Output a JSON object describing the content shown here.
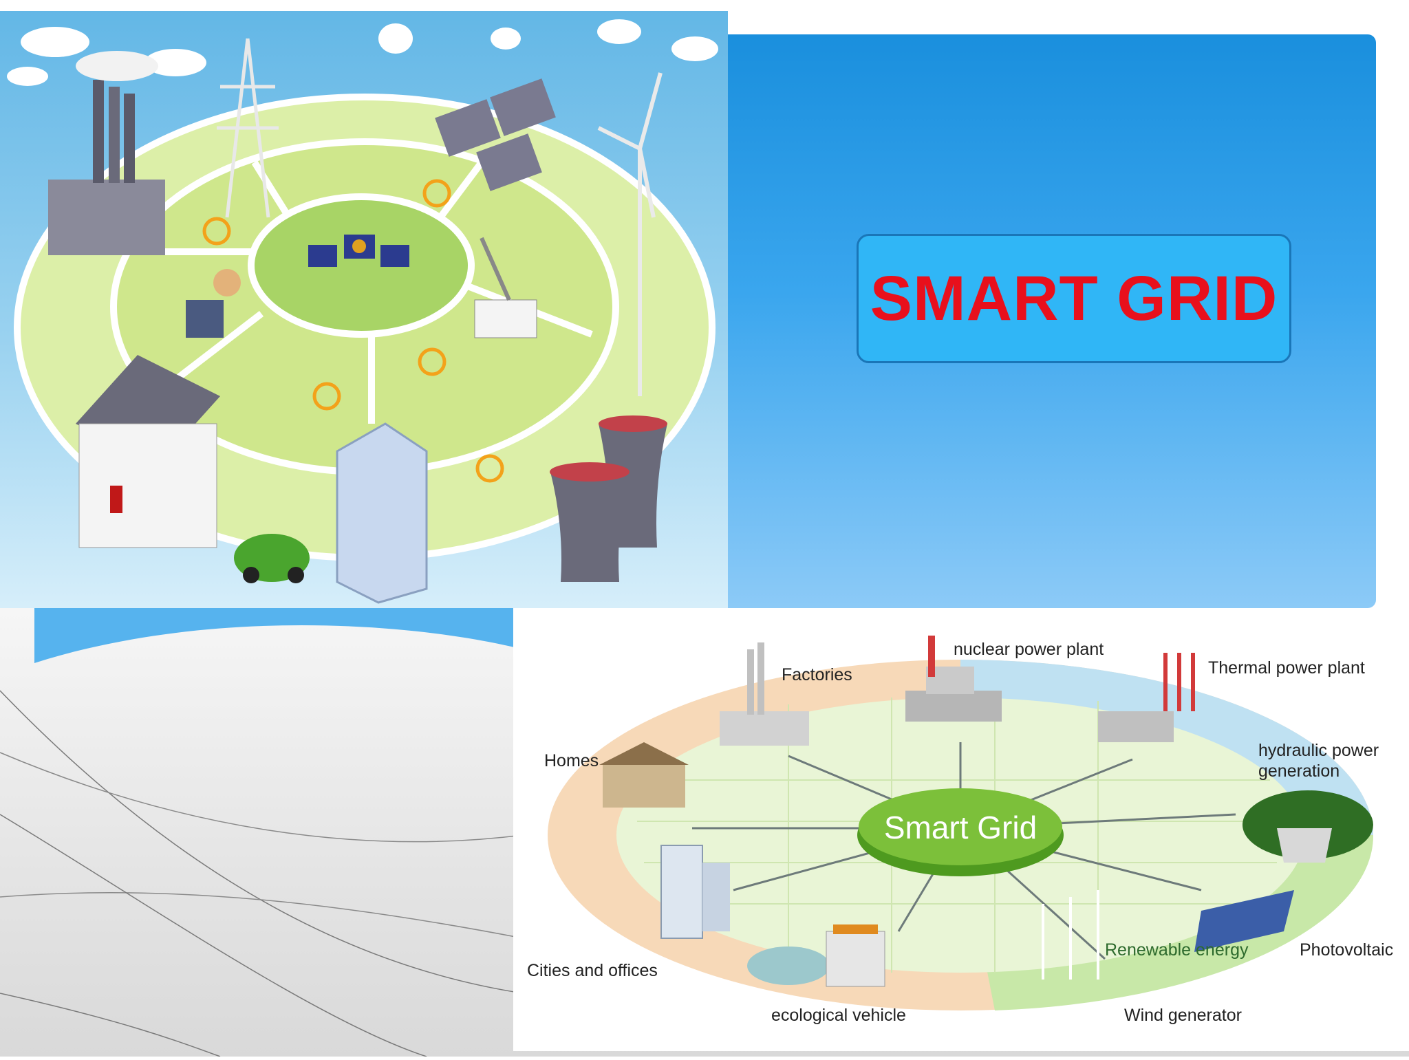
{
  "title": "SMART GRID",
  "diagram": {
    "center_label": "Smart Grid",
    "labels": {
      "nuclear": "nuclear power plant",
      "factories": "Factories",
      "thermal": "Thermal power plant",
      "hydraulic_line1": "hydraulic power",
      "hydraulic_line2": "generation",
      "homes": "Homes",
      "cities": "Cities and offices",
      "vehicle": "ecological vehicle",
      "renewable": "Renewable energy",
      "photovoltaic": "Photovoltaic",
      "wind": "Wind generator"
    }
  },
  "colors": {
    "title_text": "#e8101c",
    "title_box": "#30b6f6",
    "panel_blue": "#1a8fdd",
    "grid_green": "#6cb52d"
  }
}
